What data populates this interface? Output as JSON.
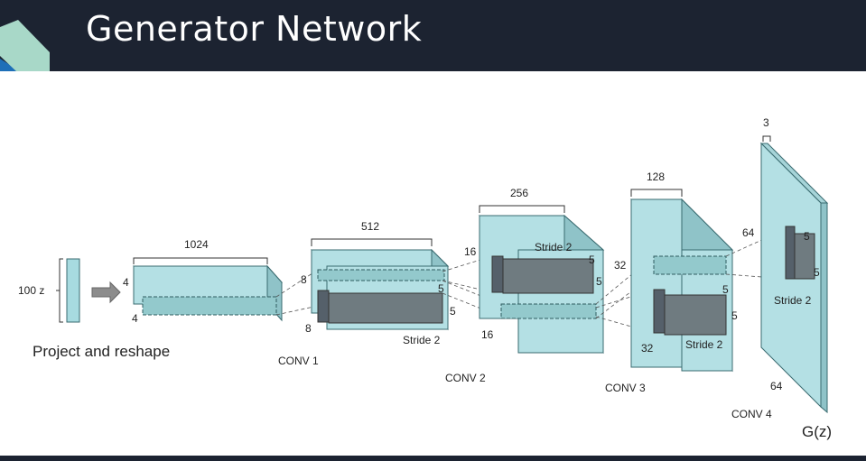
{
  "slide": {
    "title": "Generator Network"
  },
  "diagram": {
    "input": {
      "label": "100 z",
      "caption": "Project and reshape"
    },
    "layers": {
      "project": {
        "depth": "1024",
        "height": "4",
        "width": "4"
      },
      "conv1": {
        "name": "CONV 1",
        "depth": "512",
        "height": "8",
        "width": "8",
        "kernel_a": "5",
        "kernel_b": "5",
        "stride": "Stride 2"
      },
      "conv2": {
        "name": "CONV 2",
        "depth": "256",
        "height": "16",
        "width": "16",
        "kernel_a": "5",
        "kernel_b": "5",
        "stride": "Stride 2"
      },
      "conv3": {
        "name": "CONV 3",
        "depth": "128",
        "height": "32",
        "width": "32",
        "kernel_a": "5",
        "kernel_b": "5",
        "stride": "Stride 2"
      },
      "conv4": {
        "name": "CONV 4",
        "depth": "3",
        "height": "64",
        "width": "64",
        "kernel_a": "5",
        "kernel_b": "5",
        "stride": "Stride 2"
      }
    },
    "output": {
      "label": "G(z)"
    }
  },
  "colors": {
    "header_bg": "#1c2331",
    "accent_teal": "#a8d8c8",
    "accent_blue": "#1e6fb8",
    "block_face": "#b4e0e4",
    "kernel_gray": "#6f7b80"
  }
}
